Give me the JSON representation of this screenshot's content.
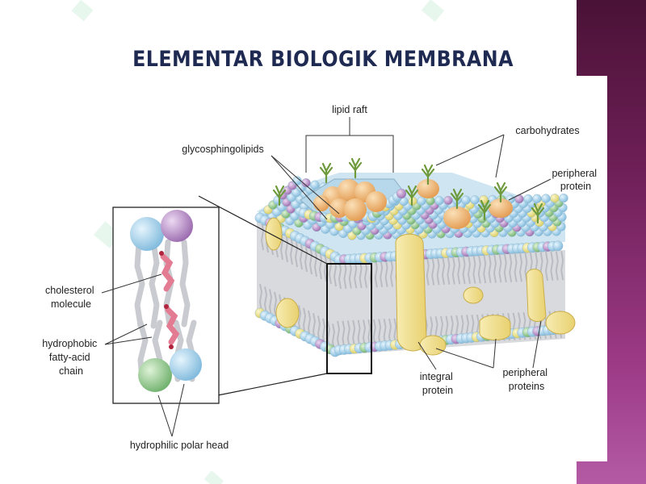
{
  "slide": {
    "title": "ELEMENTAR BIOLOGIK MEMBRANA"
  },
  "labels": {
    "lipid_raft": "lipid raft",
    "glycosphingolipids": "glycosphingolipids",
    "carbohydrates": "carbohydrates",
    "peripheral_protein": [
      "peripheral",
      "protein"
    ],
    "cholesterol_molecule": [
      "cholesterol",
      "molecule"
    ],
    "hydrophobic_chain": [
      "hydrophobic",
      "fatty-acid",
      "chain"
    ],
    "hydrophilic_head": "hydrophilic polar head",
    "integral_protein": [
      "integral",
      "protein"
    ],
    "peripheral_proteins": [
      "peripheral",
      "proteins"
    ]
  },
  "colors": {
    "title": "#1f2a52",
    "accent_band": "#6e1f57",
    "head_blue": "#9fd0ea",
    "head_purple": "#b58ac4",
    "head_green": "#8cc98a",
    "head_yellow": "#eee58a",
    "protein": "#f1df8c",
    "raft_protein": "#f0b56f",
    "carbohydrate": "#6e9a3c",
    "cholesterol": "#e58a9c"
  }
}
